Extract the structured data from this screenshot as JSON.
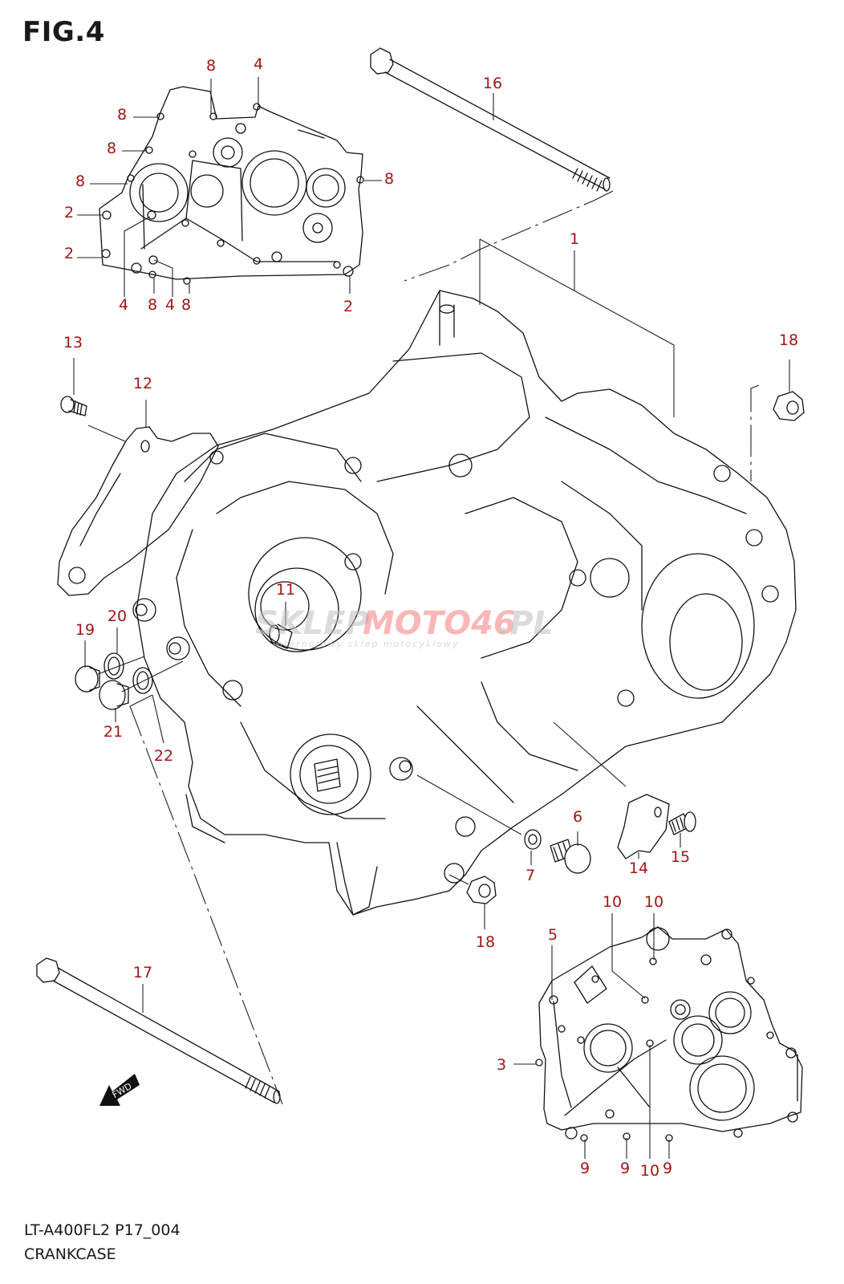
{
  "figure": {
    "title": "FIG.4",
    "model_code": "LT-A400FL2 P17_004",
    "section_name": "CRANKCASE"
  },
  "colors": {
    "callout": "#a31515",
    "line": "#111111",
    "background": "#ffffff"
  },
  "watermark": {
    "part1": "SKLEP",
    "part2": "MOTO46",
    "part3": ".PL",
    "tagline": "internetowy sklep motocyklowy"
  },
  "fwd_arrow": {
    "label": "FWD",
    "icon": "forward-arrow-icon"
  },
  "callouts": [
    {
      "id": "c-top-8a",
      "label": "8"
    },
    {
      "id": "c-top-4a",
      "label": "4"
    },
    {
      "id": "c-left-8a",
      "label": "8"
    },
    {
      "id": "c-left-8b",
      "label": "8"
    },
    {
      "id": "c-left-8c",
      "label": "8"
    },
    {
      "id": "c-right-8",
      "label": "8"
    },
    {
      "id": "c-left-2a",
      "label": "2"
    },
    {
      "id": "c-left-2b",
      "label": "2"
    },
    {
      "id": "c-bot-4a",
      "label": "4"
    },
    {
      "id": "c-bot-8a",
      "label": "8"
    },
    {
      "id": "c-bot-4b",
      "label": "4"
    },
    {
      "id": "c-bot-8b",
      "label": "8"
    },
    {
      "id": "c-bot-2",
      "label": "2"
    },
    {
      "id": "c-16",
      "label": "16"
    },
    {
      "id": "c-1",
      "label": "1"
    },
    {
      "id": "c-13",
      "label": "13"
    },
    {
      "id": "c-12",
      "label": "12"
    },
    {
      "id": "c-18a",
      "label": "18"
    },
    {
      "id": "c-11",
      "label": "11"
    },
    {
      "id": "c-20",
      "label": "20"
    },
    {
      "id": "c-19",
      "label": "19"
    },
    {
      "id": "c-21",
      "label": "21"
    },
    {
      "id": "c-22",
      "label": "22"
    },
    {
      "id": "c-6",
      "label": "6"
    },
    {
      "id": "c-7",
      "label": "7"
    },
    {
      "id": "c-14",
      "label": "14"
    },
    {
      "id": "c-15",
      "label": "15"
    },
    {
      "id": "c-18b",
      "label": "18"
    },
    {
      "id": "c-17",
      "label": "17"
    },
    {
      "id": "c-5",
      "label": "5"
    },
    {
      "id": "c-10a",
      "label": "10"
    },
    {
      "id": "c-10b",
      "label": "10"
    },
    {
      "id": "c-3",
      "label": "3"
    },
    {
      "id": "c-9a",
      "label": "9"
    },
    {
      "id": "c-9b",
      "label": "9"
    },
    {
      "id": "c-10c",
      "label": "10"
    },
    {
      "id": "c-9c",
      "label": "9"
    }
  ]
}
